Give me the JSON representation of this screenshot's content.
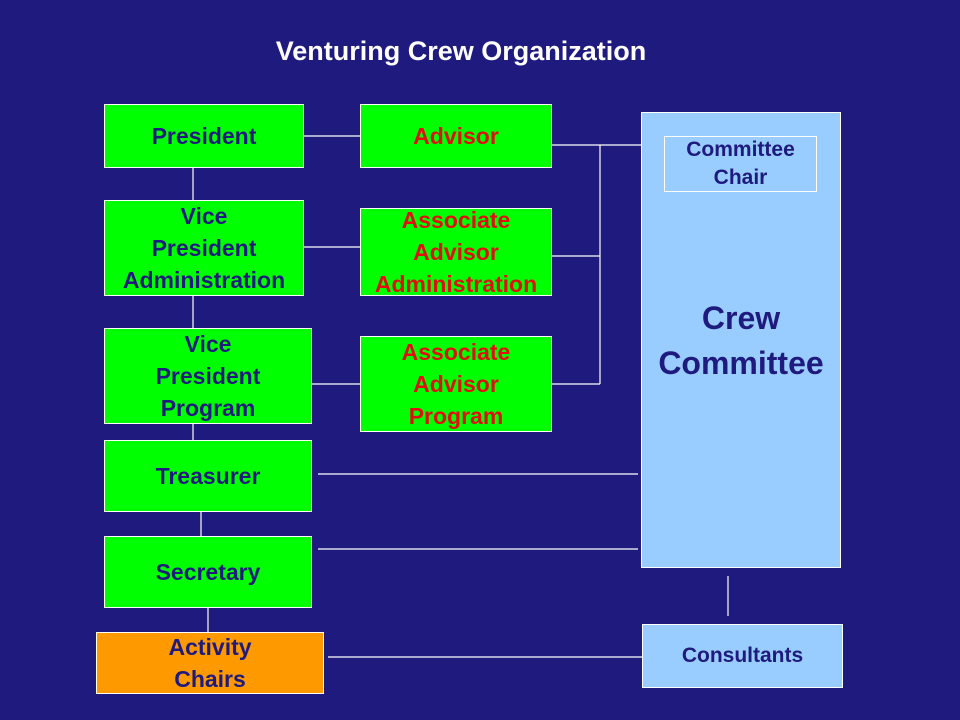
{
  "diagram": {
    "title": "Venturing Crew Organization",
    "officers": [
      {
        "id": "president",
        "label": "President"
      },
      {
        "id": "vp-admin",
        "label": "Vice\nPresident\nAdministration"
      },
      {
        "id": "vp-program",
        "label": "Vice\nPresident\nProgram"
      },
      {
        "id": "treasurer",
        "label": "Treasurer"
      },
      {
        "id": "secretary",
        "label": "Secretary"
      },
      {
        "id": "activity-chairs",
        "label": "Activity\nChairs"
      }
    ],
    "advisors": [
      {
        "id": "advisor",
        "label": "Advisor"
      },
      {
        "id": "assoc-admin",
        "label": "Associate\nAdvisor\nAdministration"
      },
      {
        "id": "assoc-program",
        "label": "Associate\nAdvisor\nProgram"
      }
    ],
    "committee": {
      "label": "Crew\nCommittee",
      "chair_label": "Committee\nChair",
      "consultants_label": "Consultants"
    },
    "colors": {
      "background": "#1e1a7e",
      "officer_fill": "#00ff00",
      "officer_text": "#1e1a7e",
      "advisor_text": "#e01010",
      "activity_fill": "#ff9900",
      "committee_fill": "#99ccff",
      "line": "#ffffff"
    }
  }
}
